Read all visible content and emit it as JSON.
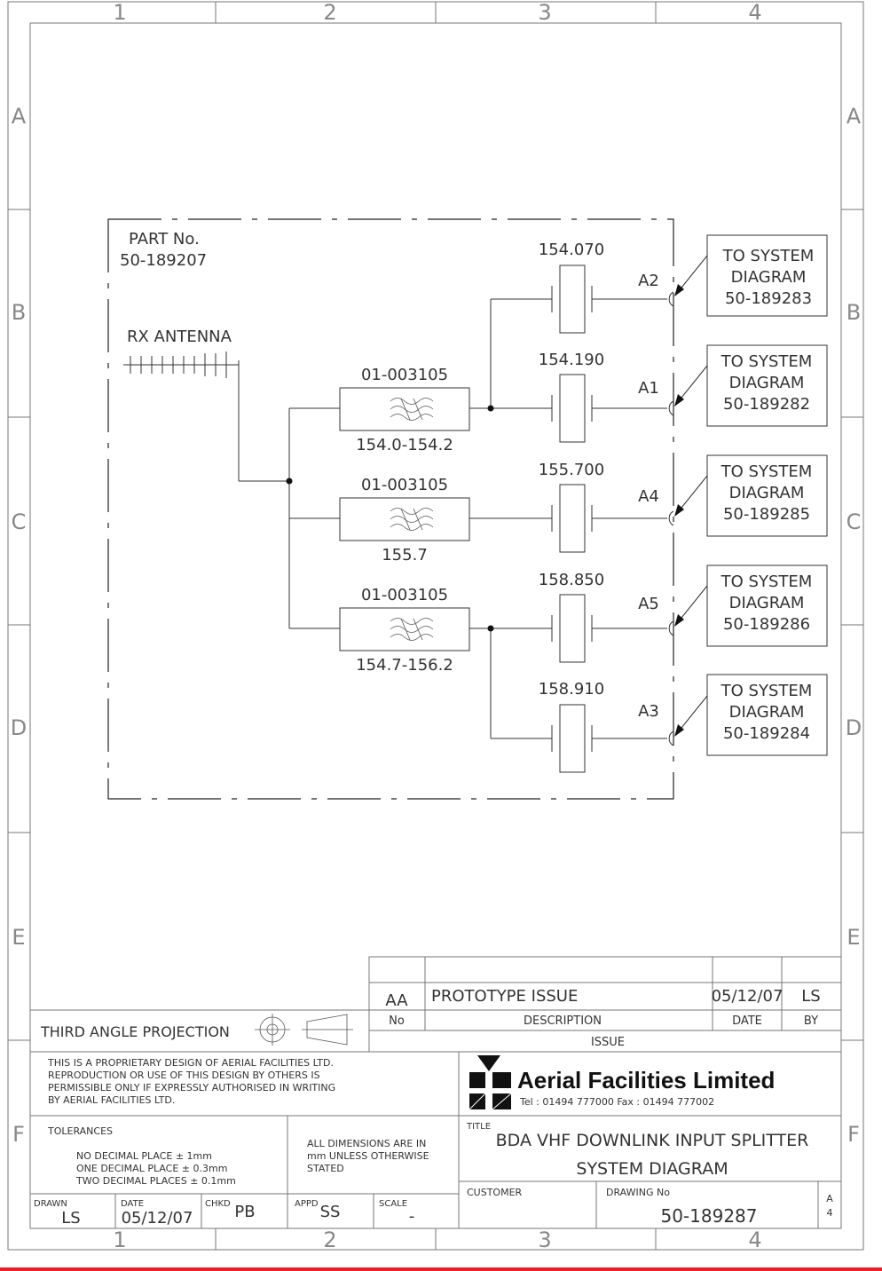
{
  "grid": {
    "cols": [
      "1",
      "2",
      "3",
      "4"
    ],
    "rows": [
      "A",
      "B",
      "C",
      "D",
      "E",
      "F"
    ]
  },
  "part": {
    "label": "PART No.",
    "number": "50-189207"
  },
  "antenna_label": "RX ANTENNA",
  "filters": [
    {
      "part": "01-003105",
      "range": "154.0-154.2"
    },
    {
      "part": "01-003105",
      "range": "155.7"
    },
    {
      "part": "01-003105",
      "range": "154.7-156.2"
    }
  ],
  "channels": [
    {
      "freq": "154.070",
      "port": "A2"
    },
    {
      "freq": "154.190",
      "port": "A1"
    },
    {
      "freq": "155.700",
      "port": "A4"
    },
    {
      "freq": "158.850",
      "port": "A5"
    },
    {
      "freq": "158.910",
      "port": "A3"
    }
  ],
  "targets": [
    {
      "line1": "TO SYSTEM",
      "line2": "DIAGRAM",
      "number": "50-189283"
    },
    {
      "line1": "TO SYSTEM",
      "line2": "DIAGRAM",
      "number": "50-189282"
    },
    {
      "line1": "TO SYSTEM",
      "line2": "DIAGRAM",
      "number": "50-189285"
    },
    {
      "line1": "TO SYSTEM",
      "line2": "DIAGRAM",
      "number": "50-189286"
    },
    {
      "line1": "TO SYSTEM",
      "line2": "DIAGRAM",
      "number": "50-189284"
    }
  ],
  "revision": {
    "no": "AA",
    "description": "PROTOTYPE ISSUE",
    "date": "05/12/07",
    "by": "LS",
    "h_no": "No",
    "h_desc": "DESCRIPTION",
    "h_date": "DATE",
    "h_by": "BY",
    "issue": "ISSUE"
  },
  "projection": "THIRD ANGLE PROJECTION",
  "proprietary": [
    "THIS IS A PROPRIETARY DESIGN OF AERIAL FACILITIES LTD.",
    "REPRODUCTION OR USE OF THIS DESIGN BY OTHERS IS",
    "PERMISSIBLE ONLY IF EXPRESSLY AUTHORISED IN WRITING",
    "BY AERIAL FACILITIES LTD."
  ],
  "company": {
    "name": "Aerial Facilities Limited",
    "contact": "Tel : 01494 777000  Fax : 01494 777002"
  },
  "tolerances": {
    "heading": "TOLERANCES",
    "lines": [
      "NO DECIMAL PLACE ± 1mm",
      "ONE DECIMAL PLACE ± 0.3mm",
      "TWO DECIMAL PLACES ± 0.1mm"
    ]
  },
  "dimensions_note": [
    "ALL DIMENSIONS ARE IN",
    "mm UNLESS OTHERWISE",
    "STATED"
  ],
  "title_block": {
    "title_label": "TITLE",
    "title_line1": "BDA VHF DOWNLINK INPUT SPLITTER",
    "title_line2": "SYSTEM DIAGRAM",
    "customer_label": "CUSTOMER",
    "drawing_no_label": "DRAWING No",
    "drawing_no": "50-189287",
    "size": "A",
    "sheet": "4"
  },
  "signoff": {
    "drawn_label": "DRAWN",
    "drawn": "LS",
    "date_label": "DATE",
    "date": "05/12/07",
    "chkd_label": "CHKD",
    "chkd": "PB",
    "appd_label": "APPD",
    "appd": "SS",
    "scale_label": "SCALE",
    "scale": "-"
  }
}
